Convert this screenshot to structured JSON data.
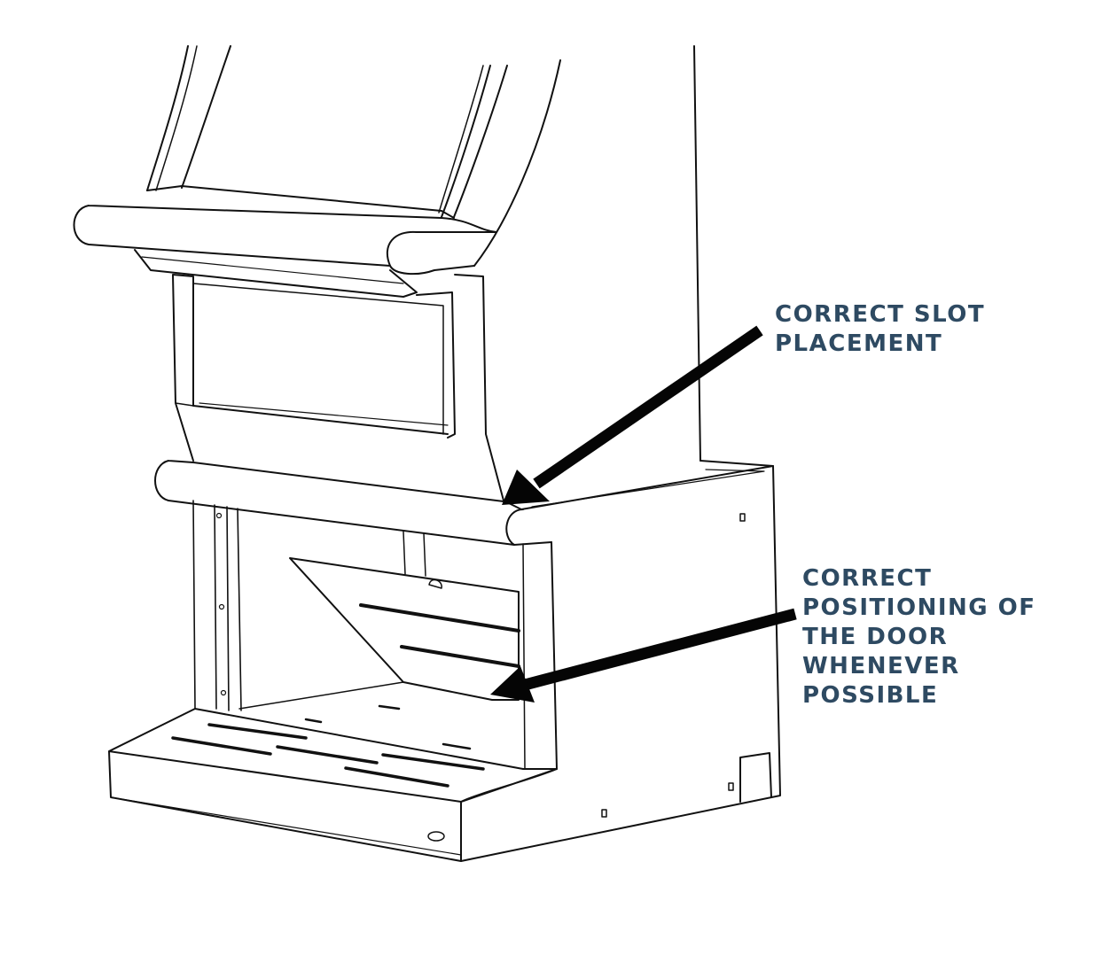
{
  "callouts": {
    "slot_placement": {
      "lines": [
        "CORRECT SLOT",
        "PLACEMENT"
      ]
    },
    "door_positioning": {
      "lines": [
        "CORRECT",
        "POSITIONING OF",
        "THE DOOR",
        "WHENEVER",
        "POSSIBLE"
      ]
    }
  },
  "colors": {
    "label_text": "#2e4a62",
    "line_art": "#111111",
    "arrow": "#050505",
    "background": "#ffffff"
  }
}
